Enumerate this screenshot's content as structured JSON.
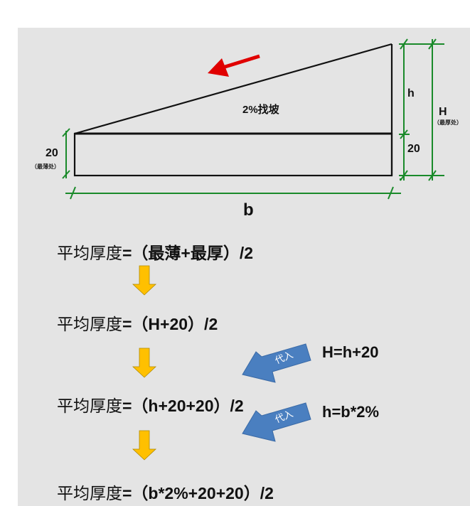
{
  "diagram": {
    "slope_label": "2%找坡",
    "thin_value": "20",
    "thin_note": "（最薄处）",
    "h_label": "h",
    "right_20": "20",
    "H_label": "H",
    "thick_note": "（最厚处）",
    "b_label": "b",
    "colors": {
      "panel": "#e4e4e4",
      "outline": "#111111",
      "dimension": "#1a8a2a",
      "slope_arrow": "#e00000",
      "down_arrow": "#ffc000",
      "substitute_arrow": "#4a7fc0"
    }
  },
  "steps": [
    {
      "cn": "平均厚度",
      "expr": "=（最薄+最厚）/2"
    },
    {
      "cn": "平均厚度",
      "expr": "=（H+20）/2"
    },
    {
      "cn": "平均厚度",
      "expr": "=（h+20+20）/2"
    },
    {
      "cn": "平均厚度",
      "expr": "=（b*2%+20+20）/2"
    }
  ],
  "substitutions": [
    {
      "arrow_text": "代入",
      "equation": "H=h+20"
    },
    {
      "arrow_text": "代入",
      "equation": "h=b*2%"
    }
  ]
}
